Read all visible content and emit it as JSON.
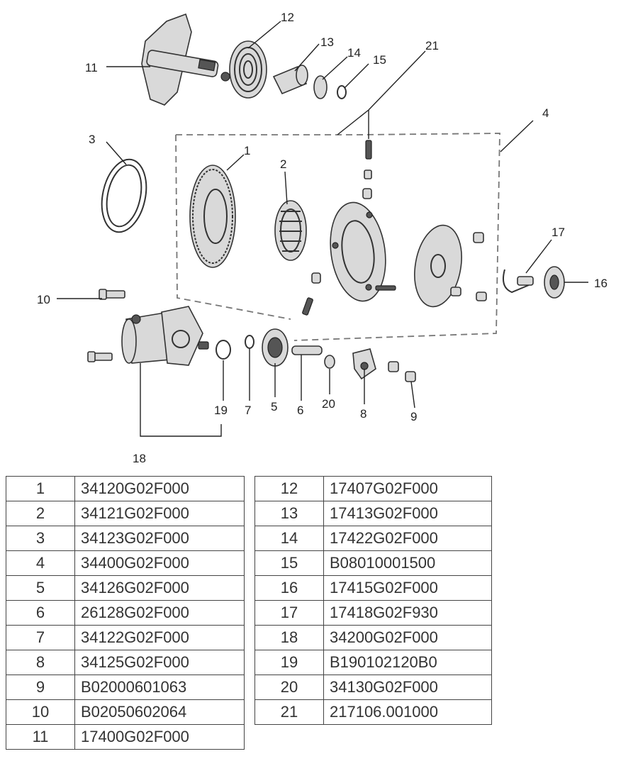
{
  "callouts": {
    "c1": "1",
    "c2": "2",
    "c3": "3",
    "c4": "4",
    "c5": "5",
    "c6": "6",
    "c7": "7",
    "c8": "8",
    "c9": "9",
    "c10": "10",
    "c11": "11",
    "c12": "12",
    "c13": "13",
    "c14": "14",
    "c15": "15",
    "c16": "16",
    "c17": "17",
    "c18": "18",
    "c19": "19",
    "c20": "20",
    "c21": "21"
  },
  "parts_table": {
    "left": [
      {
        "num": "1",
        "code": "34120G02F000"
      },
      {
        "num": "2",
        "code": "34121G02F000"
      },
      {
        "num": "3",
        "code": "34123G02F000"
      },
      {
        "num": "4",
        "code": "34400G02F000"
      },
      {
        "num": "5",
        "code": "34126G02F000"
      },
      {
        "num": "6",
        "code": "26128G02F000"
      },
      {
        "num": "7",
        "code": "34122G02F000"
      },
      {
        "num": "8",
        "code": "34125G02F000"
      },
      {
        "num": "9",
        "code": "B02000601063"
      },
      {
        "num": "10",
        "code": "B02050602064"
      },
      {
        "num": "11",
        "code": "17400G02F000"
      }
    ],
    "right": [
      {
        "num": "12",
        "code": "17407G02F000"
      },
      {
        "num": "13",
        "code": "17413G02F000"
      },
      {
        "num": "14",
        "code": "17422G02F000"
      },
      {
        "num": "15",
        "code": "B08010001500"
      },
      {
        "num": "16",
        "code": "17415G02F000"
      },
      {
        "num": "17",
        "code": "17418G02F930"
      },
      {
        "num": "18",
        "code": "34200G02F000"
      },
      {
        "num": "19",
        "code": "B190102120B0"
      },
      {
        "num": "20",
        "code": "34130G02F000"
      },
      {
        "num": "21",
        "code": "217106.001000"
      }
    ]
  }
}
